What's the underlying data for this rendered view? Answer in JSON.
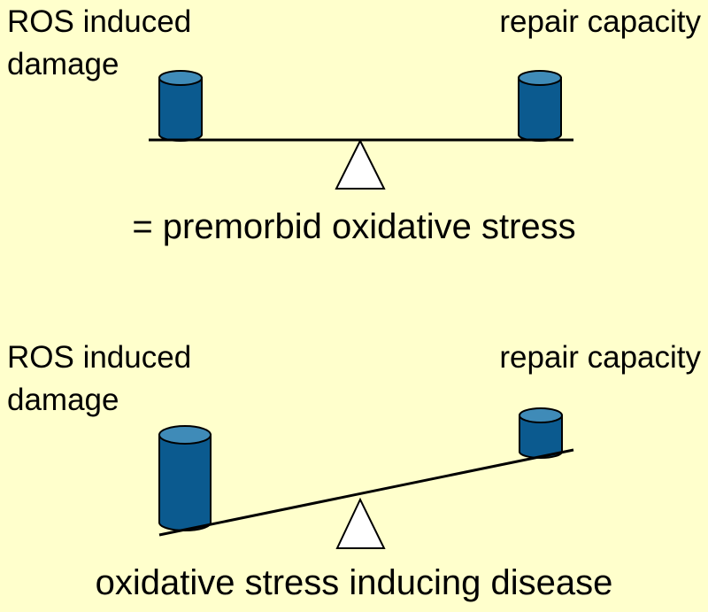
{
  "top_panel": {
    "left_label_line1": "ROS induced",
    "left_label_line2": "damage",
    "right_label": "repair capacity",
    "caption": "= premorbid oxidative stress"
  },
  "bottom_panel": {
    "left_label_line1": "ROS induced",
    "left_label_line2": "damage",
    "right_label": "repair capacity",
    "caption": "oxidative stress inducing disease"
  },
  "colors": {
    "background": "#FFFFCC",
    "cylinder_body": "#0B5A8F",
    "cylinder_top": "#3F8BB8",
    "outline": "#000000",
    "fulcrum": "#FFFFFF"
  }
}
